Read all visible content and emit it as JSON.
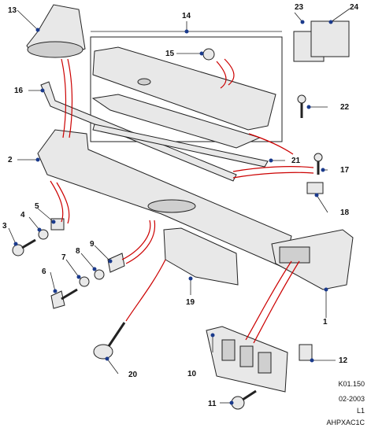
{
  "diagram": {
    "callouts": [
      {
        "id": "1",
        "label": "1"
      },
      {
        "id": "2",
        "label": "2"
      },
      {
        "id": "3",
        "label": "3"
      },
      {
        "id": "4",
        "label": "4"
      },
      {
        "id": "5",
        "label": "5"
      },
      {
        "id": "6",
        "label": "6"
      },
      {
        "id": "7",
        "label": "7"
      },
      {
        "id": "8",
        "label": "8"
      },
      {
        "id": "9",
        "label": "9"
      },
      {
        "id": "10",
        "label": "10"
      },
      {
        "id": "11",
        "label": "11"
      },
      {
        "id": "12",
        "label": "12"
      },
      {
        "id": "13",
        "label": "13"
      },
      {
        "id": "14",
        "label": "14"
      },
      {
        "id": "15",
        "label": "15"
      },
      {
        "id": "16",
        "label": "16"
      },
      {
        "id": "17",
        "label": "17"
      },
      {
        "id": "18",
        "label": "18"
      },
      {
        "id": "19",
        "label": "19"
      },
      {
        "id": "20",
        "label": "20"
      },
      {
        "id": "21",
        "label": "21"
      },
      {
        "id": "22",
        "label": "22"
      },
      {
        "id": "23",
        "label": "23"
      },
      {
        "id": "24",
        "label": "24"
      }
    ],
    "colors": {
      "accent": "#cc0000",
      "line": "#222222",
      "part_fill": "#e8e8e8",
      "part_shade": "#cfcfcf",
      "dot": "#1a3a8c"
    }
  },
  "reference": {
    "code": "K01.150",
    "date": "02-2003",
    "level": "L1",
    "drawing_id": "AHPXAC1C"
  }
}
